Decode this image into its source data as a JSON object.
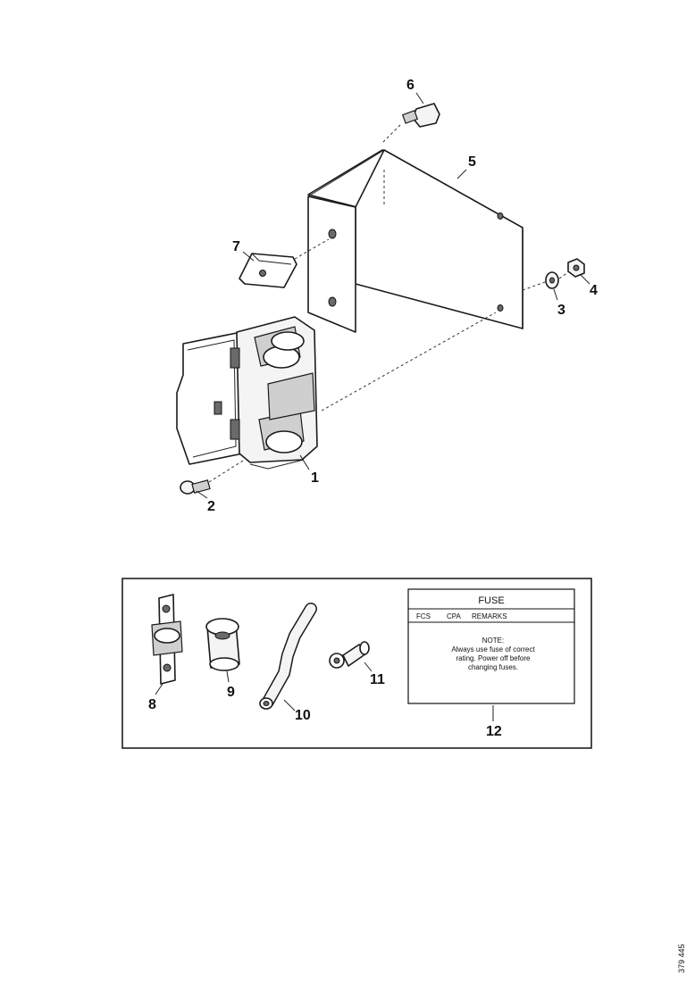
{
  "callouts": {
    "c1": "1",
    "c2": "2",
    "c3": "3",
    "c4": "4",
    "c5": "5",
    "c6": "6",
    "c7": "7",
    "c8": "8",
    "c9": "9",
    "c10": "10",
    "c11": "11",
    "c12": "12"
  },
  "fuse_label": {
    "title": "FUSE",
    "row": [
      "FCS",
      "CPA",
      "REMARKS"
    ],
    "note_heading": "NOTE:",
    "note_lines": [
      "Always use fuse of correct",
      "rating. Power off before",
      "changing fuses."
    ]
  },
  "reference_code": "379 445"
}
